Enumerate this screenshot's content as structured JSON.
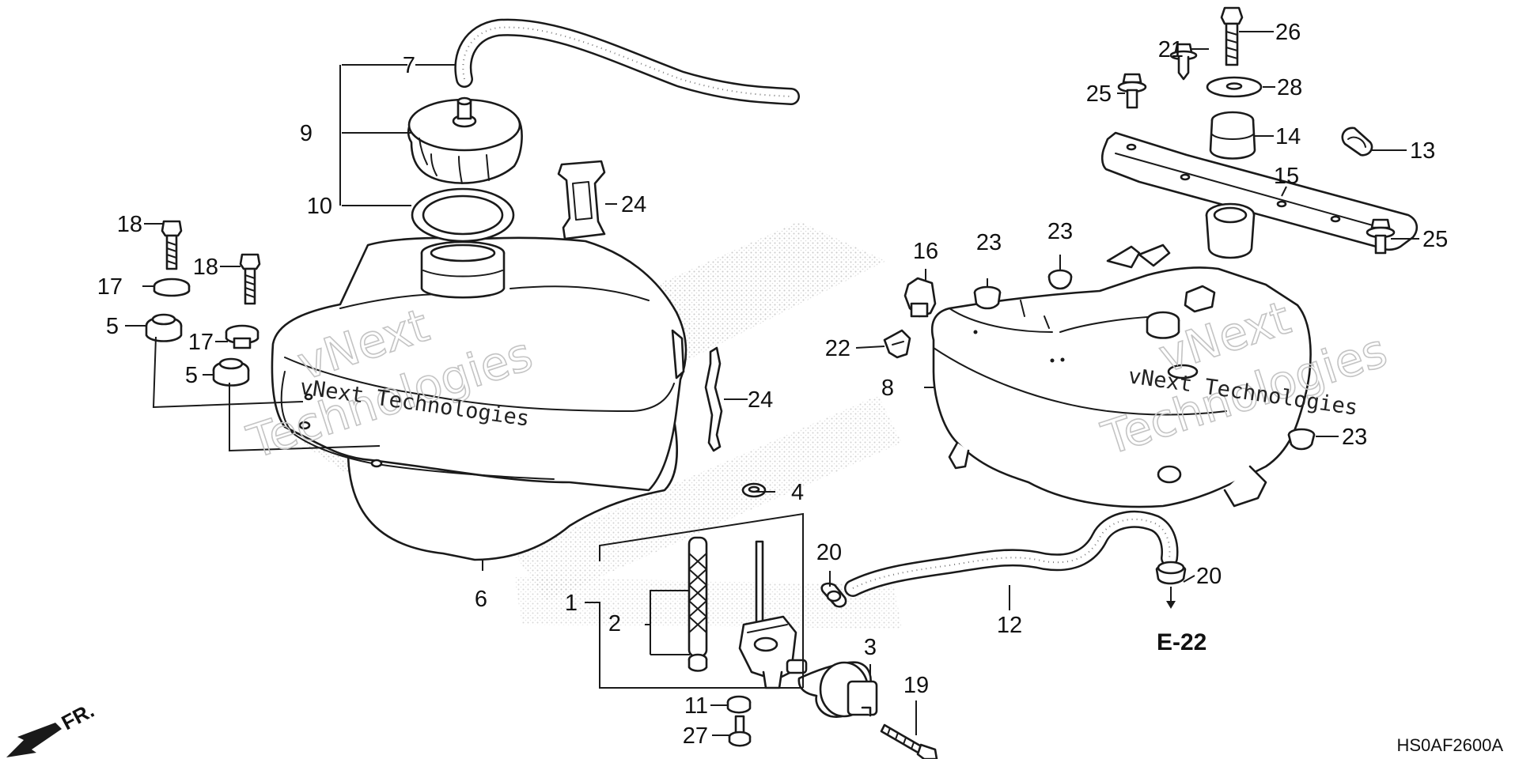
{
  "diagram": {
    "callouts": {
      "c1": "1",
      "c2": "2",
      "c3": "3",
      "c4": "4",
      "c5a": "5",
      "c5b": "5",
      "c6": "6",
      "c7": "7",
      "c8": "8",
      "c9": "9",
      "c10": "10",
      "c11": "11",
      "c12": "12",
      "c13": "13",
      "c14": "14",
      "c15": "15",
      "c16": "16",
      "c17a": "17",
      "c17b": "17",
      "c18a": "18",
      "c18b": "18",
      "c19": "19",
      "c20a": "20",
      "c20b": "20",
      "c21": "21",
      "c22": "22",
      "c23a": "23",
      "c23b": "23",
      "c23c": "23",
      "c24a": "24",
      "c24b": "24",
      "c25a": "25",
      "c25b": "25",
      "c26": "26",
      "c27": "27",
      "c28": "28"
    },
    "reference_label": "E-22",
    "diagram_code": "HS0AF2600A",
    "front_indicator": "FR.",
    "watermark": {
      "outline_word_1": "vNext",
      "outline_word_2": "Technologies",
      "line_text": "vNext Technologies"
    }
  }
}
